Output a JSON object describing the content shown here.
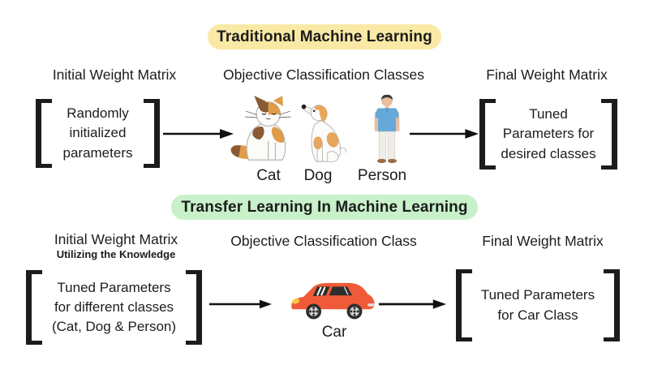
{
  "palette": {
    "traditional_header_bg": "#F9E9A5",
    "transfer_header_bg": "#C8F1CA",
    "text_color": "#1C1C1C",
    "car_body_color": "#F05A38",
    "cat_patch_orange": "#E09C4A",
    "cat_patch_brown": "#8A5A35",
    "dog_patch_orange": "#E8A55C",
    "person_shirt_blue": "#66A9D8"
  },
  "icons": {
    "cat": "cat-icon",
    "dog": "dog-icon",
    "person": "person-icon",
    "car": "car-icon",
    "arrow": "arrow-right-icon"
  },
  "traditional": {
    "header": "Traditional Machine Learning",
    "initial_label": "Initial Weight Matrix",
    "objective_label": "Objective Classification Classes",
    "final_label": "Final Weight Matrix",
    "initial_matrix": {
      "lines": [
        "Randomly",
        "initialized",
        "parameters"
      ]
    },
    "classes": [
      {
        "name": "cat",
        "label": "Cat"
      },
      {
        "name": "dog",
        "label": "Dog"
      },
      {
        "name": "person",
        "label": "Person"
      }
    ],
    "final_matrix": {
      "lines": [
        "Tuned",
        "Parameters for",
        "desired classes"
      ]
    }
  },
  "transfer": {
    "header": "Transfer Learning In Machine Learning",
    "initial_label": "Initial Weight Matrix",
    "initial_sublabel": "Utilizing the Knowledge",
    "objective_label": "Objective Classification Class",
    "final_label": "Final Weight Matrix",
    "initial_matrix": {
      "lines": [
        "Tuned Parameters",
        "for different classes",
        "(Cat, Dog & Person)"
      ]
    },
    "classes": [
      {
        "name": "car",
        "label": "Car"
      }
    ],
    "final_matrix": {
      "lines": [
        "Tuned Parameters",
        "for Car Class"
      ]
    }
  }
}
